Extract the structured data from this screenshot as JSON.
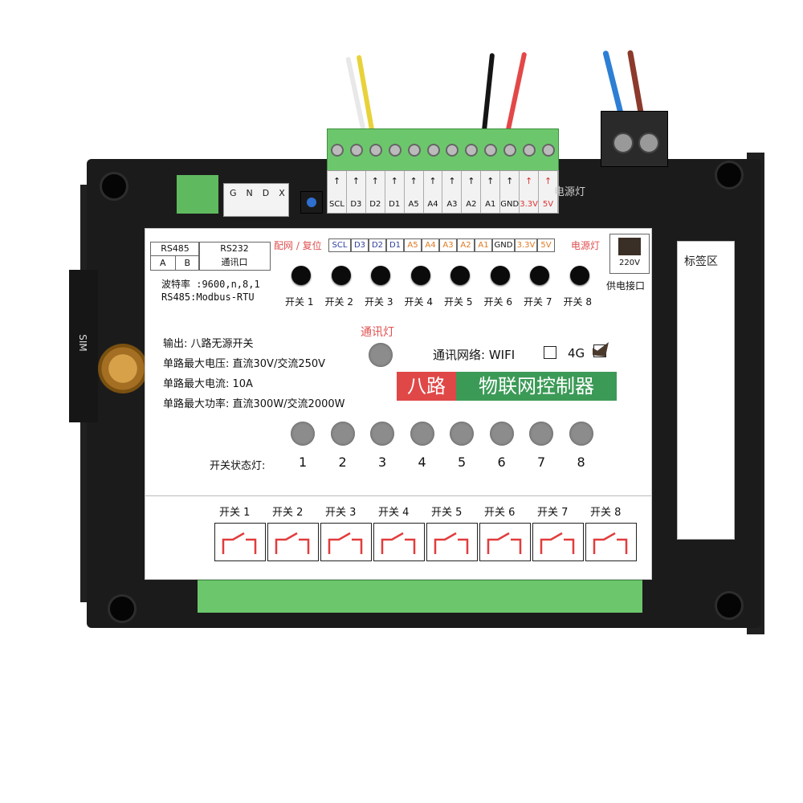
{
  "top_pins": {
    "labels": [
      "SCL",
      "D3",
      "D2",
      "D1",
      "A5",
      "A4",
      "A3",
      "A2",
      "A1",
      "GND",
      "3.3V",
      "5V"
    ]
  },
  "top_right_label": "电源灯",
  "white_connector_labels": "GNDX",
  "panel": {
    "header": {
      "rs485": "RS485",
      "a": "A",
      "b": "B",
      "rs232": "RS232",
      "rs232_sub": "通讯口",
      "pair_reset": "配网 / 复位",
      "pins": [
        "SCL",
        "D3",
        "D2",
        "D1",
        "A5",
        "A4",
        "A3",
        "A2",
        "A1",
        "GND",
        "3.3V",
        "5V"
      ],
      "power_led": "电源灯",
      "v220": "220V",
      "power_port": "供电接口"
    },
    "baud": "波特率 :9600,n,8,1",
    "modbus": "RS485:Modbus-RTU",
    "switch_buttons": [
      "开关 1",
      "开关 2",
      "开关 3",
      "开关 4",
      "开关 5",
      "开关 6",
      "开关 7",
      "开关 8"
    ],
    "specs": {
      "output": "输出:  八路无源开关",
      "max_voltage": "单路最大电压: 直流30V/交流250V",
      "max_current": "单路最大电流: 10A",
      "max_power": "单路最大功率: 直流300W/交流2000W"
    },
    "comm_led": "通讯灯",
    "network_label": "通讯网络: WIFI",
    "opt_4g": "4G",
    "banner_red": "八路",
    "banner_green": "物联网控制器",
    "status_label": "开关状态灯:",
    "status_numbers": [
      "1",
      "2",
      "3",
      "4",
      "5",
      "6",
      "7",
      "8"
    ],
    "relay_labels": [
      "开关 1",
      "开关 2",
      "开关 3",
      "开关 4",
      "开关 5",
      "开关 6",
      "开关 7",
      "开关 8"
    ]
  },
  "label_area": "标签区",
  "sim_label": "SIM",
  "colors": {
    "enclosure": "#1b1b1b",
    "terminal_green": "#6cc76c",
    "banner_red": "#e04848",
    "banner_green": "#3c9a57",
    "accent_blue": "#2e3f9e",
    "accent_orange": "#e07a22"
  }
}
